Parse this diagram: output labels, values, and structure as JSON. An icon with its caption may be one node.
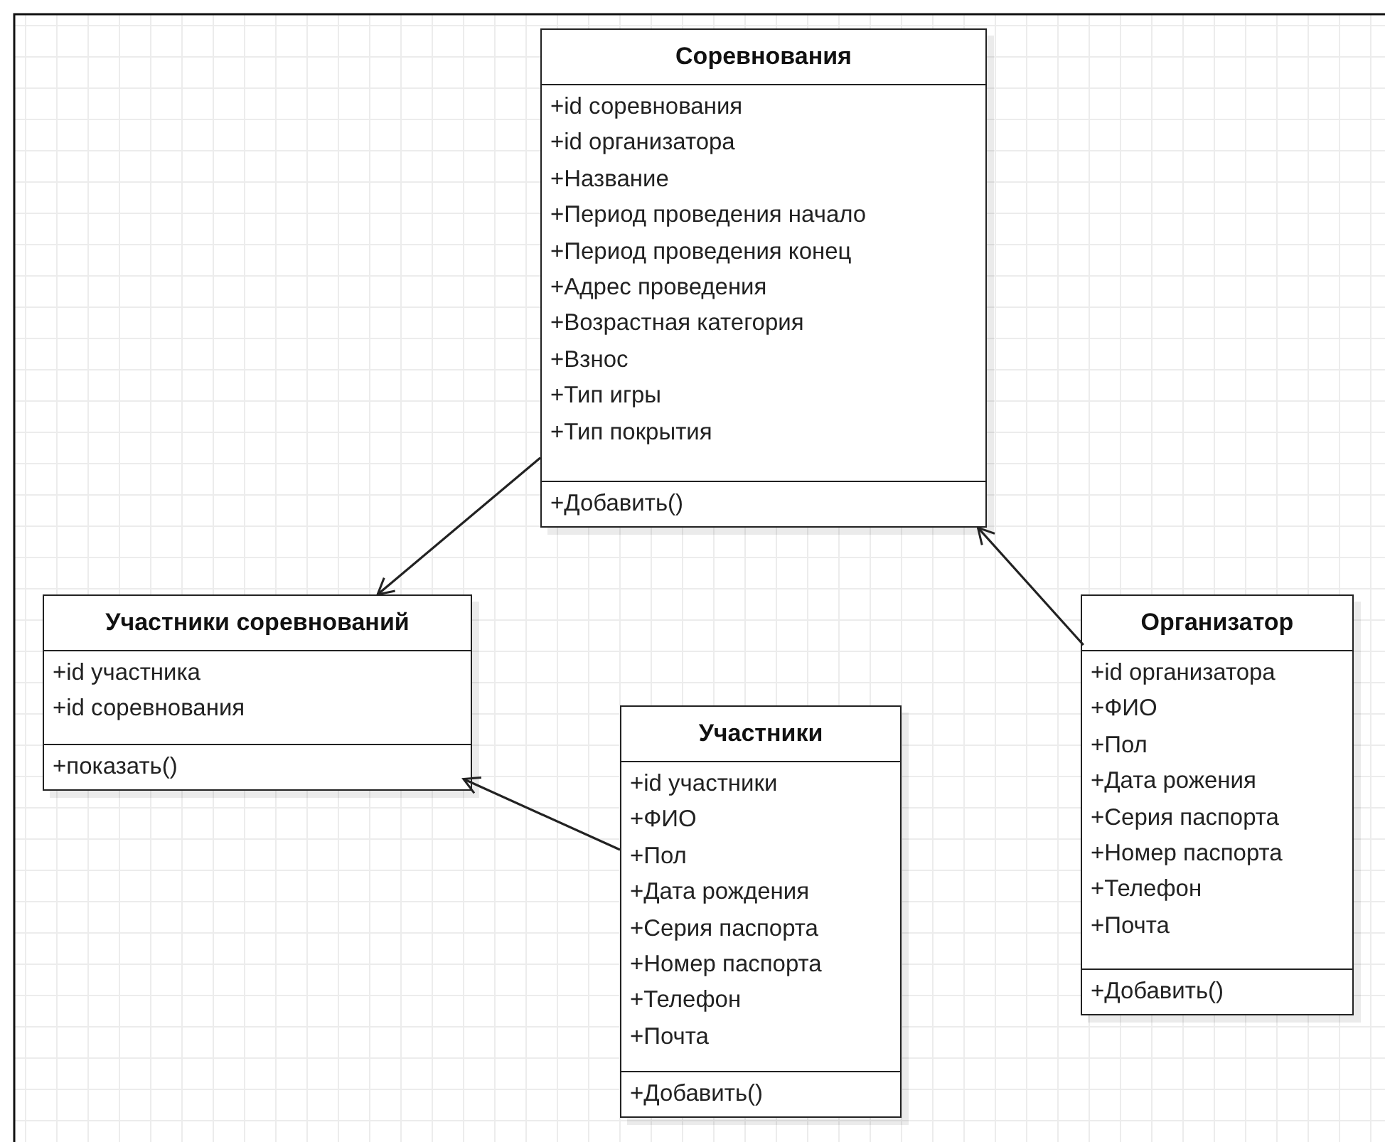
{
  "diagram": {
    "nodes": [
      {
        "text": [
          "Соревнования"
        ]
      },
      {
        "text": [
          "+id соревнования",
          "+id организатора",
          "+Название",
          "+Период проведения начало",
          "+Период проведения конец",
          "+Адрес проведения",
          "+Возрастная категория",
          "+Взнос",
          "+Тип игры",
          "+Тип покрытия"
        ],
        "in": 0
      },
      {
        "text": [
          "+Добавить()"
        ],
        "in": 0
      },
      {
        "text": [
          "Участники соревнований"
        ]
      },
      {
        "text": [
          "+id участника",
          "+id соревнования"
        ],
        "in": 3
      },
      {
        "text": [
          "+показать()"
        ],
        "in": 3
      },
      {
        "text": [
          "Участники"
        ]
      },
      {
        "text": [
          "+id участники",
          "+ФИО",
          "+Пол",
          "+Дата рождения",
          "+Серия паспорта",
          "+Номер паспорта",
          "+Телефон",
          "+Почта"
        ],
        "in": 6
      },
      {
        "text": [
          "+Добавить()"
        ],
        "in": 6
      },
      {
        "text": [
          "Организатор"
        ]
      },
      {
        "text": [
          "+id организатора",
          "+ФИО",
          "+Пол",
          "+Дата рожения",
          "+Серия паспорта",
          "+Номер паспорта",
          "+Телефон",
          "+Почта"
        ],
        "in": 9
      },
      {
        "text": [
          "+Добавить()"
        ],
        "in": 9
      }
    ],
    "edges": [
      {
        "from": 0,
        "to": 3,
        "arrow": "to"
      },
      {
        "from": 6,
        "to": 3,
        "arrow": "to"
      },
      {
        "from": 9,
        "to": 0,
        "arrow": "to"
      }
    ]
  }
}
